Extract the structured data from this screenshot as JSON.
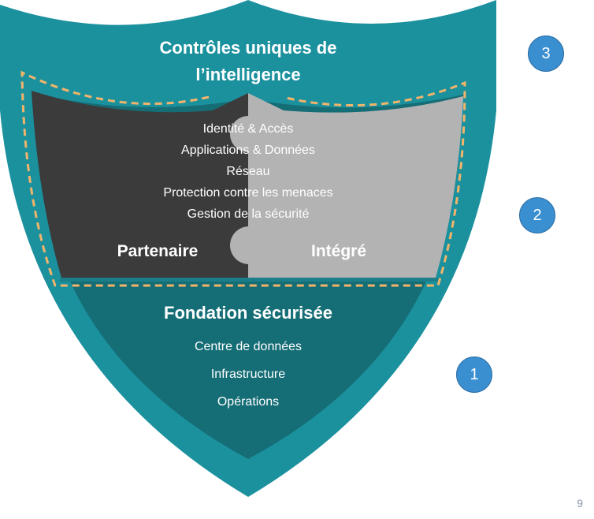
{
  "shield": {
    "colors": {
      "outer": "#1b919e",
      "foundation": "#156d76",
      "partner_panel": "#3b3b3b",
      "integrated_panel": "#b3b3b3",
      "dashed_border": "#f3b46a",
      "badge": "#3a8fd1"
    },
    "top_title_line1": "Contrôles uniques de",
    "top_title_line2": "l’intelligence",
    "controls": [
      "Identité & Accès",
      "Applications & Données",
      "Réseau",
      "Protection contre les menaces",
      "Gestion de la sécurité"
    ],
    "partner_label": "Partenaire",
    "integrated_label": "Intégré",
    "foundation_title": "Fondation sécurisée",
    "foundation_items": [
      "Centre de données",
      "Infrastructure",
      "Opérations"
    ]
  },
  "badges": [
    "3",
    "2",
    "1"
  ],
  "page_number": "9"
}
